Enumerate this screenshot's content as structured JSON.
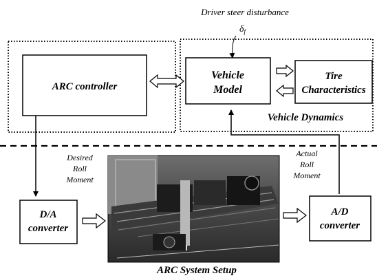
{
  "top": {
    "disturbance_label": "Driver steer disturbance",
    "delta_symbol": "δ",
    "delta_subscript": "f",
    "controller_label": "ARC controller",
    "vehicle_model_line1": "Vehicle",
    "vehicle_model_line2": "Model",
    "tire_line1": "Tire",
    "tire_line2": "Characteristics",
    "vehicle_dynamics_label": "Vehicle Dynamics"
  },
  "bottom": {
    "desired_line1": "Desired",
    "desired_line2": "Roll",
    "desired_line3": "Moment",
    "actual_line1": "Actual",
    "actual_line2": "Roll",
    "actual_line3": "Moment",
    "da_line1": "D/A",
    "da_line2": "converter",
    "ad_line1": "A/D",
    "ad_line2": "converter",
    "setup_caption": "ARC System Setup"
  }
}
